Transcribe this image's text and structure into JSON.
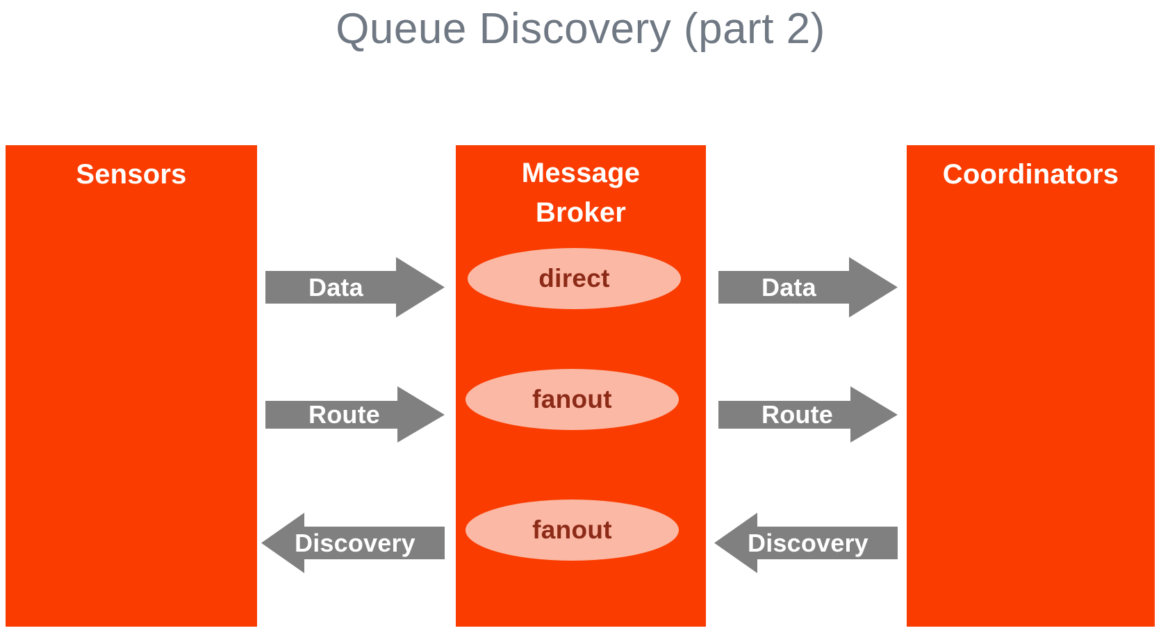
{
  "slide": {
    "title": "Queue Discovery (part 2)",
    "background_color": "#ffffff",
    "title_color": "#6f7883"
  },
  "colors": {
    "column_fill": "#fa3c00",
    "column_text": "#ffffff",
    "exchange_fill": "#fbb8a4",
    "exchange_text": "#8c2a18",
    "arrow_fill": "#808080",
    "arrow_text": "#ffffff"
  },
  "columns": [
    {
      "id": "sensors",
      "label": "Sensors",
      "lines": [
        "Sensors"
      ]
    },
    {
      "id": "message-broker",
      "label": "Message Broker",
      "lines": [
        "Message",
        "Broker"
      ]
    },
    {
      "id": "coordinators",
      "label": "Coordinators",
      "lines": [
        "Coordinators"
      ]
    }
  ],
  "exchanges": [
    {
      "id": "direct",
      "label": "direct",
      "type": "direct"
    },
    {
      "id": "fanout-route",
      "label": "fanout",
      "type": "fanout"
    },
    {
      "id": "fanout-discovery",
      "label": "fanout",
      "type": "fanout"
    }
  ],
  "arrows": {
    "left": [
      {
        "id": "data-left",
        "label": "Data",
        "direction": "right",
        "from": "sensors",
        "to": "message-broker"
      },
      {
        "id": "route-left",
        "label": "Route",
        "direction": "right",
        "from": "sensors",
        "to": "message-broker"
      },
      {
        "id": "discovery-left",
        "label": "Discovery",
        "direction": "left",
        "from": "message-broker",
        "to": "sensors"
      }
    ],
    "right": [
      {
        "id": "data-right",
        "label": "Data",
        "direction": "right",
        "from": "message-broker",
        "to": "coordinators"
      },
      {
        "id": "route-right",
        "label": "Route",
        "direction": "right",
        "from": "message-broker",
        "to": "coordinators"
      },
      {
        "id": "discovery-right",
        "label": "Discovery",
        "direction": "left",
        "from": "coordinators",
        "to": "message-broker"
      }
    ]
  }
}
